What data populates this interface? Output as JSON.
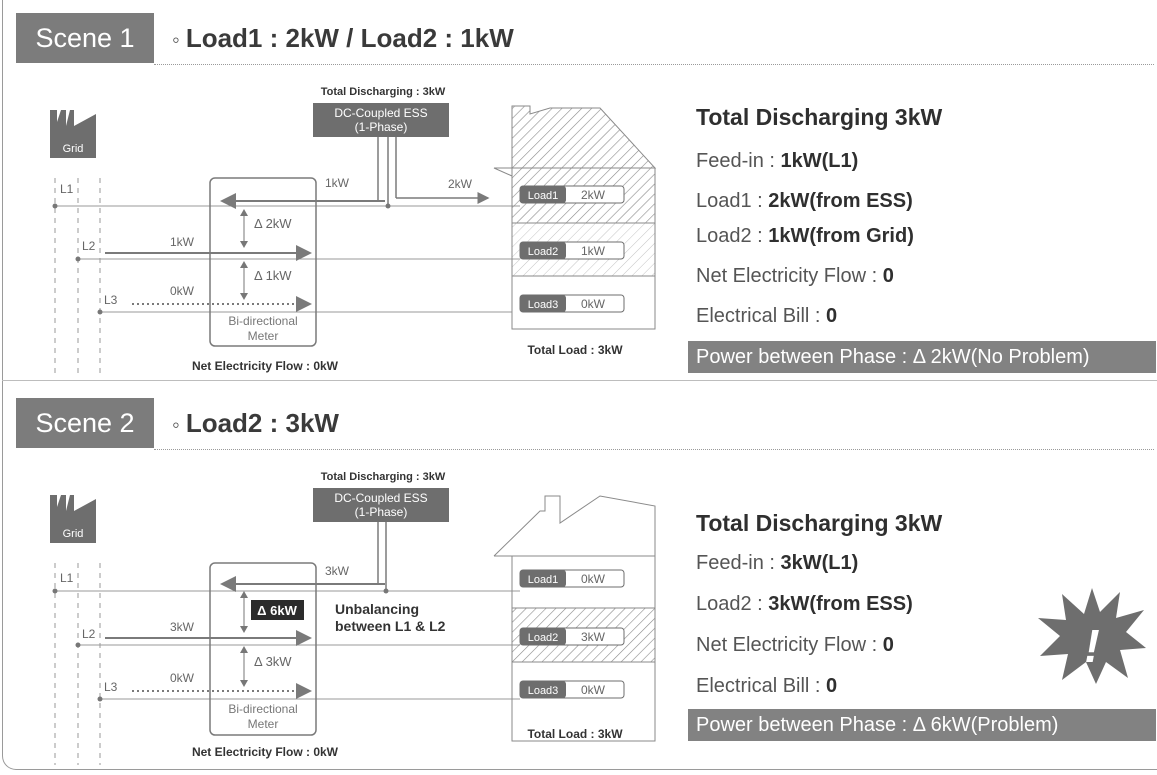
{
  "scene1": {
    "tab": "Scene 1",
    "bullet": "◦",
    "title": "Load1 : 2kW / Load2 : 1kW",
    "diagram": {
      "grid_label": "Grid",
      "ess_caption": "Total Discharging : 3kW",
      "ess_line1": "DC-Coupled ESS",
      "ess_line2": "(1-Phase)",
      "l1": "L1",
      "l2": "L2",
      "l3": "L3",
      "flow_l1_left": "1kW",
      "flow_l1_right": "2kW",
      "flow_l2": "1kW",
      "flow_l3": "0kW",
      "delta_12": "Δ 2kW",
      "delta_23": "Δ 1kW",
      "meter_line1": "Bi-directional",
      "meter_line2": "Meter",
      "net_caption": "Net Electricity Flow : 0kW",
      "loads": [
        {
          "label": "Load1",
          "value": "2kW"
        },
        {
          "label": "Load2",
          "value": "1kW"
        },
        {
          "label": "Load3",
          "value": "0kW"
        }
      ],
      "total_load": "Total Load : 3kW"
    },
    "panel": {
      "title": "Total Discharging 3kW",
      "feedin_label": "Feed-in : ",
      "feedin_value": "1kW(L1)",
      "load1_label": "Load1 : ",
      "load1_value": "2kW(from ESS)",
      "load2_label": "Load2 : ",
      "load2_value": "1kW(from Grid)",
      "net_label": "Net Electricity Flow : ",
      "net_value": "0",
      "bill_label": "Electrical Bill : ",
      "bill_value": "0",
      "bar": "Power between Phase : Δ 2kW(No Problem)"
    }
  },
  "scene2": {
    "tab": "Scene 2",
    "bullet": "◦",
    "title": "Load2 : 3kW",
    "diagram": {
      "grid_label": "Grid",
      "ess_caption": "Total Discharging : 3kW",
      "ess_line1": "DC-Coupled ESS",
      "ess_line2": "(1-Phase)",
      "l1": "L1",
      "l2": "L2",
      "l3": "L3",
      "flow_l1_left": "3kW",
      "flow_l2": "3kW",
      "flow_l3": "0kW",
      "delta_12": "Δ 6kW",
      "delta_23": "Δ 3kW",
      "unbalance_line1": "Unbalancing",
      "unbalance_line2": "between L1 & L2",
      "meter_line1": "Bi-directional",
      "meter_line2": "Meter",
      "net_caption": "Net Electricity Flow : 0kW",
      "loads": [
        {
          "label": "Load1",
          "value": "0kW"
        },
        {
          "label": "Load2",
          "value": "3kW"
        },
        {
          "label": "Load3",
          "value": "0kW"
        }
      ],
      "total_load": "Total Load : 3kW"
    },
    "panel": {
      "title": "Total Discharging 3kW",
      "feedin_label": "Feed-in : ",
      "feedin_value": "3kW(L1)",
      "load2_label": "Load2 : ",
      "load2_value": "3kW(from ESS)",
      "net_label": "Net Electricity Flow : ",
      "net_value": "0",
      "bill_label": "Electrical Bill : ",
      "bill_value": "0",
      "warning_mark": "!",
      "bar": "Power between Phase : Δ 6kW(Problem)"
    }
  },
  "colors": {
    "tab_bg": "#7c7c7c",
    "bar_bg": "#828282",
    "ess_box": "#6e6e6e",
    "load_box": "#6e6e6e",
    "line": "#8a8a8a",
    "highlight_box": "#2b2b2b"
  },
  "icons": [
    "factory-grid-icon",
    "house-icon",
    "warning-burst-icon"
  ]
}
